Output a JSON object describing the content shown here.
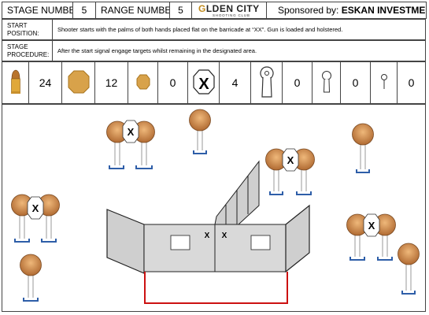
{
  "header": {
    "stage_label": "STAGE NUMBER:",
    "stage_number": "5",
    "range_label": "RANGE NUMBER:",
    "range_number": "5",
    "brand_title_first": "G",
    "brand_title_rest": "LDEN CITY",
    "brand_subtitle": "SHOOTING CLUB",
    "sponsor_label": "Sponsored by:",
    "sponsor_name": "ESKAN INVESTMENTS"
  },
  "start_position": {
    "label": "START POSITION:",
    "text": "Shooter starts with the palms of both hands placed flat on the barricade at “XX”. Gun is loaded and holstered."
  },
  "stage_procedure": {
    "label": "STAGE PROCEDURE:",
    "text": "After the start signal engage targets whilst remaining in the designated area."
  },
  "counts": [
    {
      "icon": "bullet-icon",
      "value": "24"
    },
    {
      "icon": "large-steel-plate-icon",
      "value": "12"
    },
    {
      "icon": "small-steel-plate-icon",
      "value": "0"
    },
    {
      "icon": "no-shoot-icon",
      "value": "4"
    },
    {
      "icon": "large-popper-icon",
      "value": "0"
    },
    {
      "icon": "medium-popper-icon",
      "value": "0"
    },
    {
      "icon": "small-popper-icon",
      "value": "0"
    }
  ],
  "diagram": {
    "barricade_marks": [
      "X",
      "X"
    ],
    "no_shoot_marks": [
      "X",
      "X",
      "X",
      "X"
    ]
  },
  "colors": {
    "target_brown": "#c7834a",
    "target_gold": "#d8a24a",
    "stand_blue": "#2e5ea8",
    "shooting_box_red": "#cc1111",
    "wall_gray": "#cfcfcf"
  }
}
